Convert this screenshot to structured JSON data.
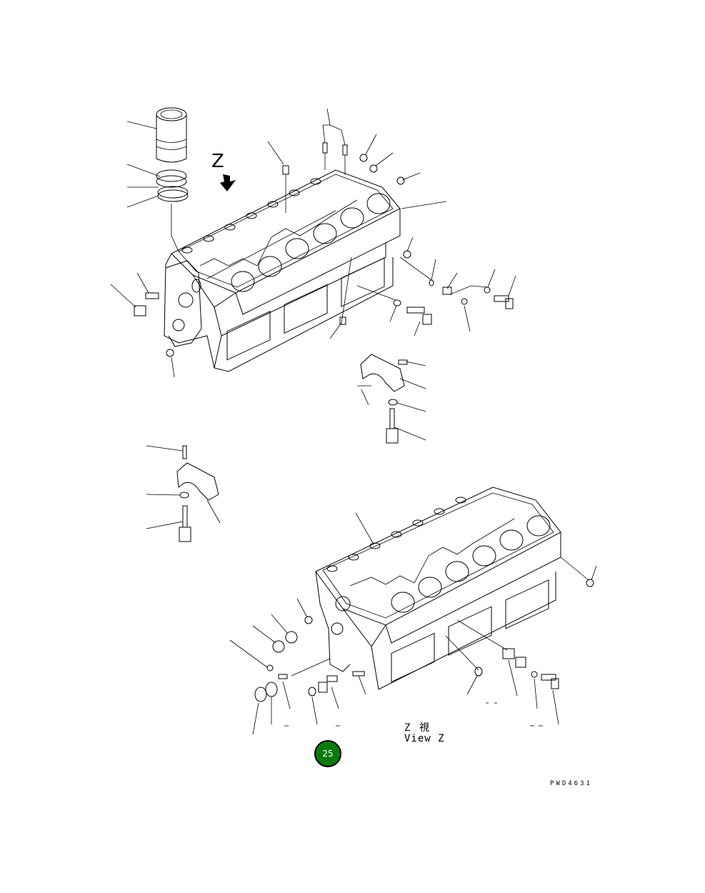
{
  "diagram": {
    "view_marker": "Z",
    "view_caption_jp": "Z  視",
    "view_caption_en": "View Z",
    "drawing_number": "PWD4631"
  },
  "badge": {
    "number": "25",
    "color": "#0a7a0a"
  }
}
